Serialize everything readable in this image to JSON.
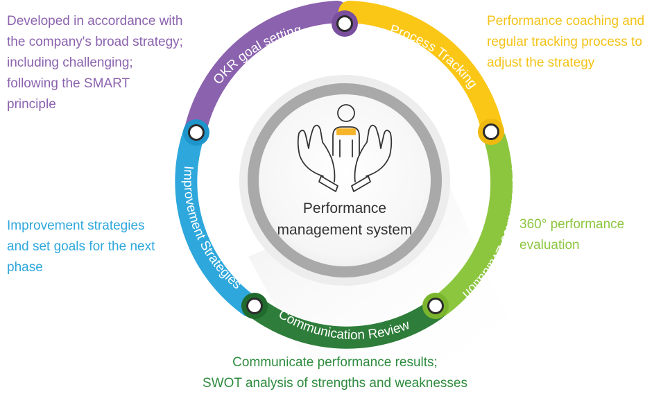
{
  "center": {
    "title_line1": "Performance",
    "title_line2": "management system",
    "icon": "person-held-in-hands-icon"
  },
  "stages": [
    {
      "id": "okr",
      "label": "OKR goal setting",
      "color": "#8b62ae",
      "description": "Developed in accordance with\nthe company's broad strategy;\nincluding challenging;\nfollowing the SMART\nprinciple"
    },
    {
      "id": "track",
      "label": "Process Tracking",
      "color": "#fbc717",
      "description": "Performance coaching and\nregular tracking process to\nadjust the strategy"
    },
    {
      "id": "eval",
      "label": "Performance Evaluation",
      "color": "#8cc63f",
      "description": "360° performance\nevaluation"
    },
    {
      "id": "review",
      "label": "Communication Review",
      "color": "#2e7d3a",
      "description": "Communicate performance results;\nSWOT analysis of strengths and weaknesses"
    },
    {
      "id": "improve",
      "label": "Improvement Strategies",
      "color": "#2ea7dc",
      "description": "Improvement strategies\nand set goals for the next\nphase"
    }
  ]
}
